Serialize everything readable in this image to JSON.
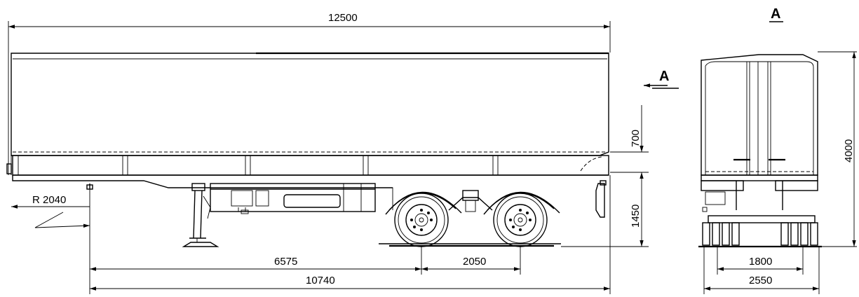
{
  "view_label": "A",
  "section_label": "A",
  "dimensions": {
    "overall_length": "12500",
    "height_above_deck": "700",
    "deck_height": "1450",
    "kingpin_radius": "R 2040",
    "kingpin_to_axle": "6575",
    "axle_spacing": "2050",
    "kingpin_to_rear": "10740",
    "total_height": "4000",
    "track_width": "1800",
    "overall_width": "2550"
  },
  "colors": {
    "line": "#000000",
    "background": "#ffffff"
  }
}
